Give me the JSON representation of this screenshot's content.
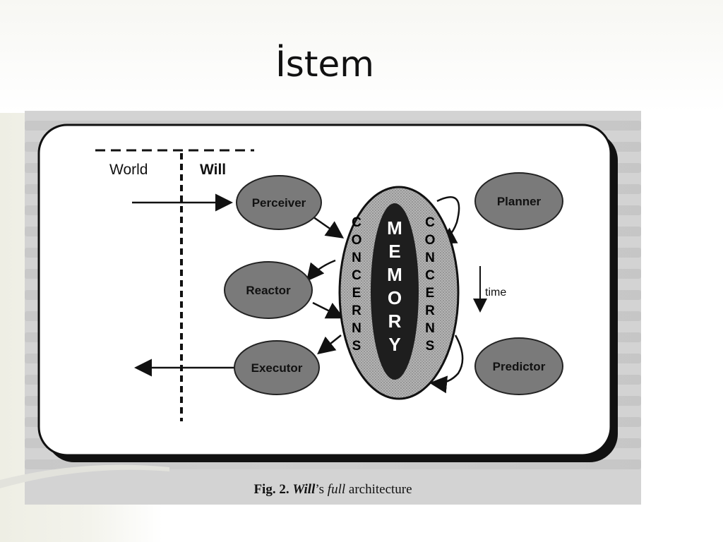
{
  "slide": {
    "title": "İstem"
  },
  "diagram": {
    "world_label": "World",
    "will_label": "Will",
    "nodes": {
      "perceiver": "Perceiver",
      "reactor": "Reactor",
      "executor": "Executor",
      "planner": "Planner",
      "predictor": "Predictor"
    },
    "memory_letters": [
      "M",
      "E",
      "M",
      "O",
      "R",
      "Y"
    ],
    "concerns_letters": [
      "C",
      "O",
      "N",
      "C",
      "E",
      "R",
      "N",
      "S"
    ],
    "time_label": "time"
  },
  "caption": {
    "fig_number": "Fig. 2.",
    "will_italic": "Will",
    "possessive": "’s ",
    "full_italic": "full",
    "rest": " architecture"
  },
  "colors": {
    "node_fill": "#7a7a7a",
    "figure_bg": "#d3d3d3",
    "memory_fill": "#1e1e1e",
    "concerns_fill": "#a9a9a9"
  }
}
